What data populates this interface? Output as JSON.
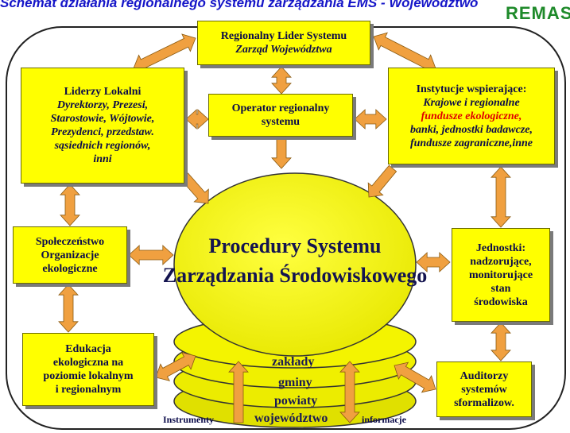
{
  "header": {
    "title": "Schemat działania regionalnego systemu zarządzania EMS - Województwo",
    "logo": "REMAS"
  },
  "boxes": {
    "regional_leader": {
      "line1": "Regionalny Lider Systemu",
      "line2": "Zarząd Województwa"
    },
    "local_leaders": {
      "line1": "Liderzy Lokalni",
      "line2": "Dyrektorzy, Prezesi,",
      "line3": "Starostowie, Wójtowie,",
      "line4": "Prezydenci, przedstaw.",
      "line5": "sąsiednich regionów,",
      "line6": "inni"
    },
    "operator": {
      "line1": "Operator regionalny",
      "line2": "systemu"
    },
    "institutions": {
      "line1": "Instytucje wspierające:",
      "line2": "Krajowe i regionalne",
      "line3": "fundusze ekologiczne,",
      "line4": "banki, jednostki badawcze,",
      "line5": "fundusze zagraniczne,inne"
    },
    "society": {
      "line1": "Społeczeństwo",
      "line2": "Organizacje",
      "line3": "ekologiczne"
    },
    "units": {
      "line1": "Jednostki:",
      "line2": "nadzorujące,",
      "line3": "monitorujące",
      "line4": "stan",
      "line5": "środowiska"
    },
    "education": {
      "line1": "Edukacja",
      "line2": "ekologiczna na",
      "line3": "poziomie lokalnym",
      "line4": "i regionalnym"
    },
    "auditors": {
      "line1": "Auditorzy",
      "line2": "systemów",
      "line3": "sformalizow."
    }
  },
  "center": {
    "line1": "Procedury Systemu",
    "line2": "Zarządzania Środowiskowego",
    "layers": [
      "zakłady",
      "gminy",
      "powiaty",
      "województwo"
    ]
  },
  "bottom_labels": {
    "left": "Instrumenty",
    "right": "informacje"
  },
  "colors": {
    "box_fill": "#ffff00",
    "arrow_fill": "#f0a040",
    "title_color": "#1515c8",
    "highlight_red": "#e00000",
    "logo_green": "#1e8a2a"
  }
}
